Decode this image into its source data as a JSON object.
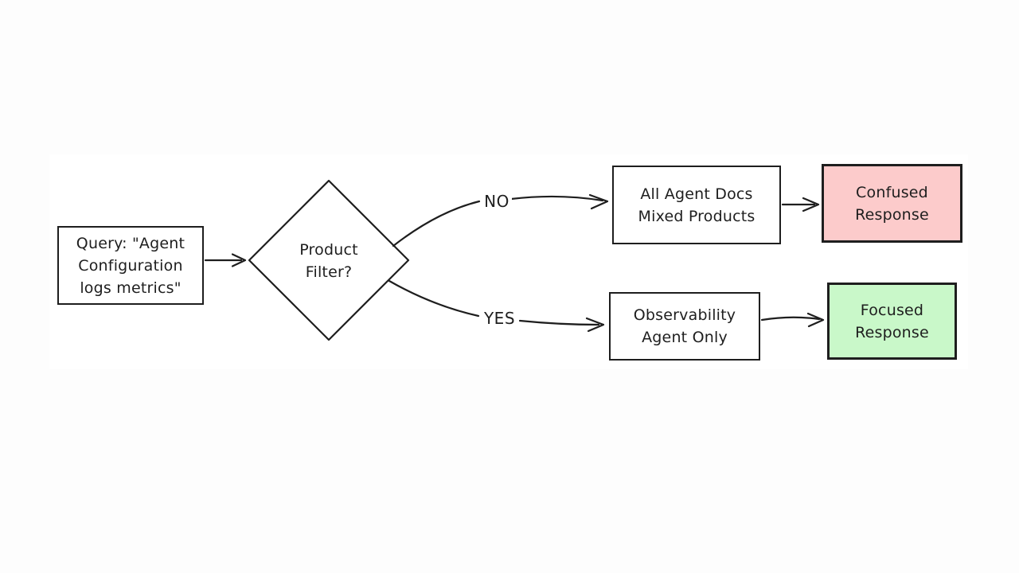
{
  "colors": {
    "ink": "#1e1e1e",
    "page_bg": "#fdfdfd",
    "canvas_bg": "#ffffff",
    "node_bg": "#ffffff",
    "confused_bg": "#fccbcb",
    "focused_bg": "#c9f8c9"
  },
  "nodes": {
    "query": {
      "text": "Query: \"Agent\nConfiguration\nlogs metrics\""
    },
    "decision": {
      "text": "Product\nFilter?"
    },
    "all_docs": {
      "text": "All Agent Docs\nMixed Products"
    },
    "confused": {
      "text": "Confused\nResponse"
    },
    "observability": {
      "text": "Observability\nAgent Only"
    },
    "focused": {
      "text": "Focused\nResponse"
    }
  },
  "edges": {
    "no_label": "NO",
    "yes_label": "YES"
  }
}
